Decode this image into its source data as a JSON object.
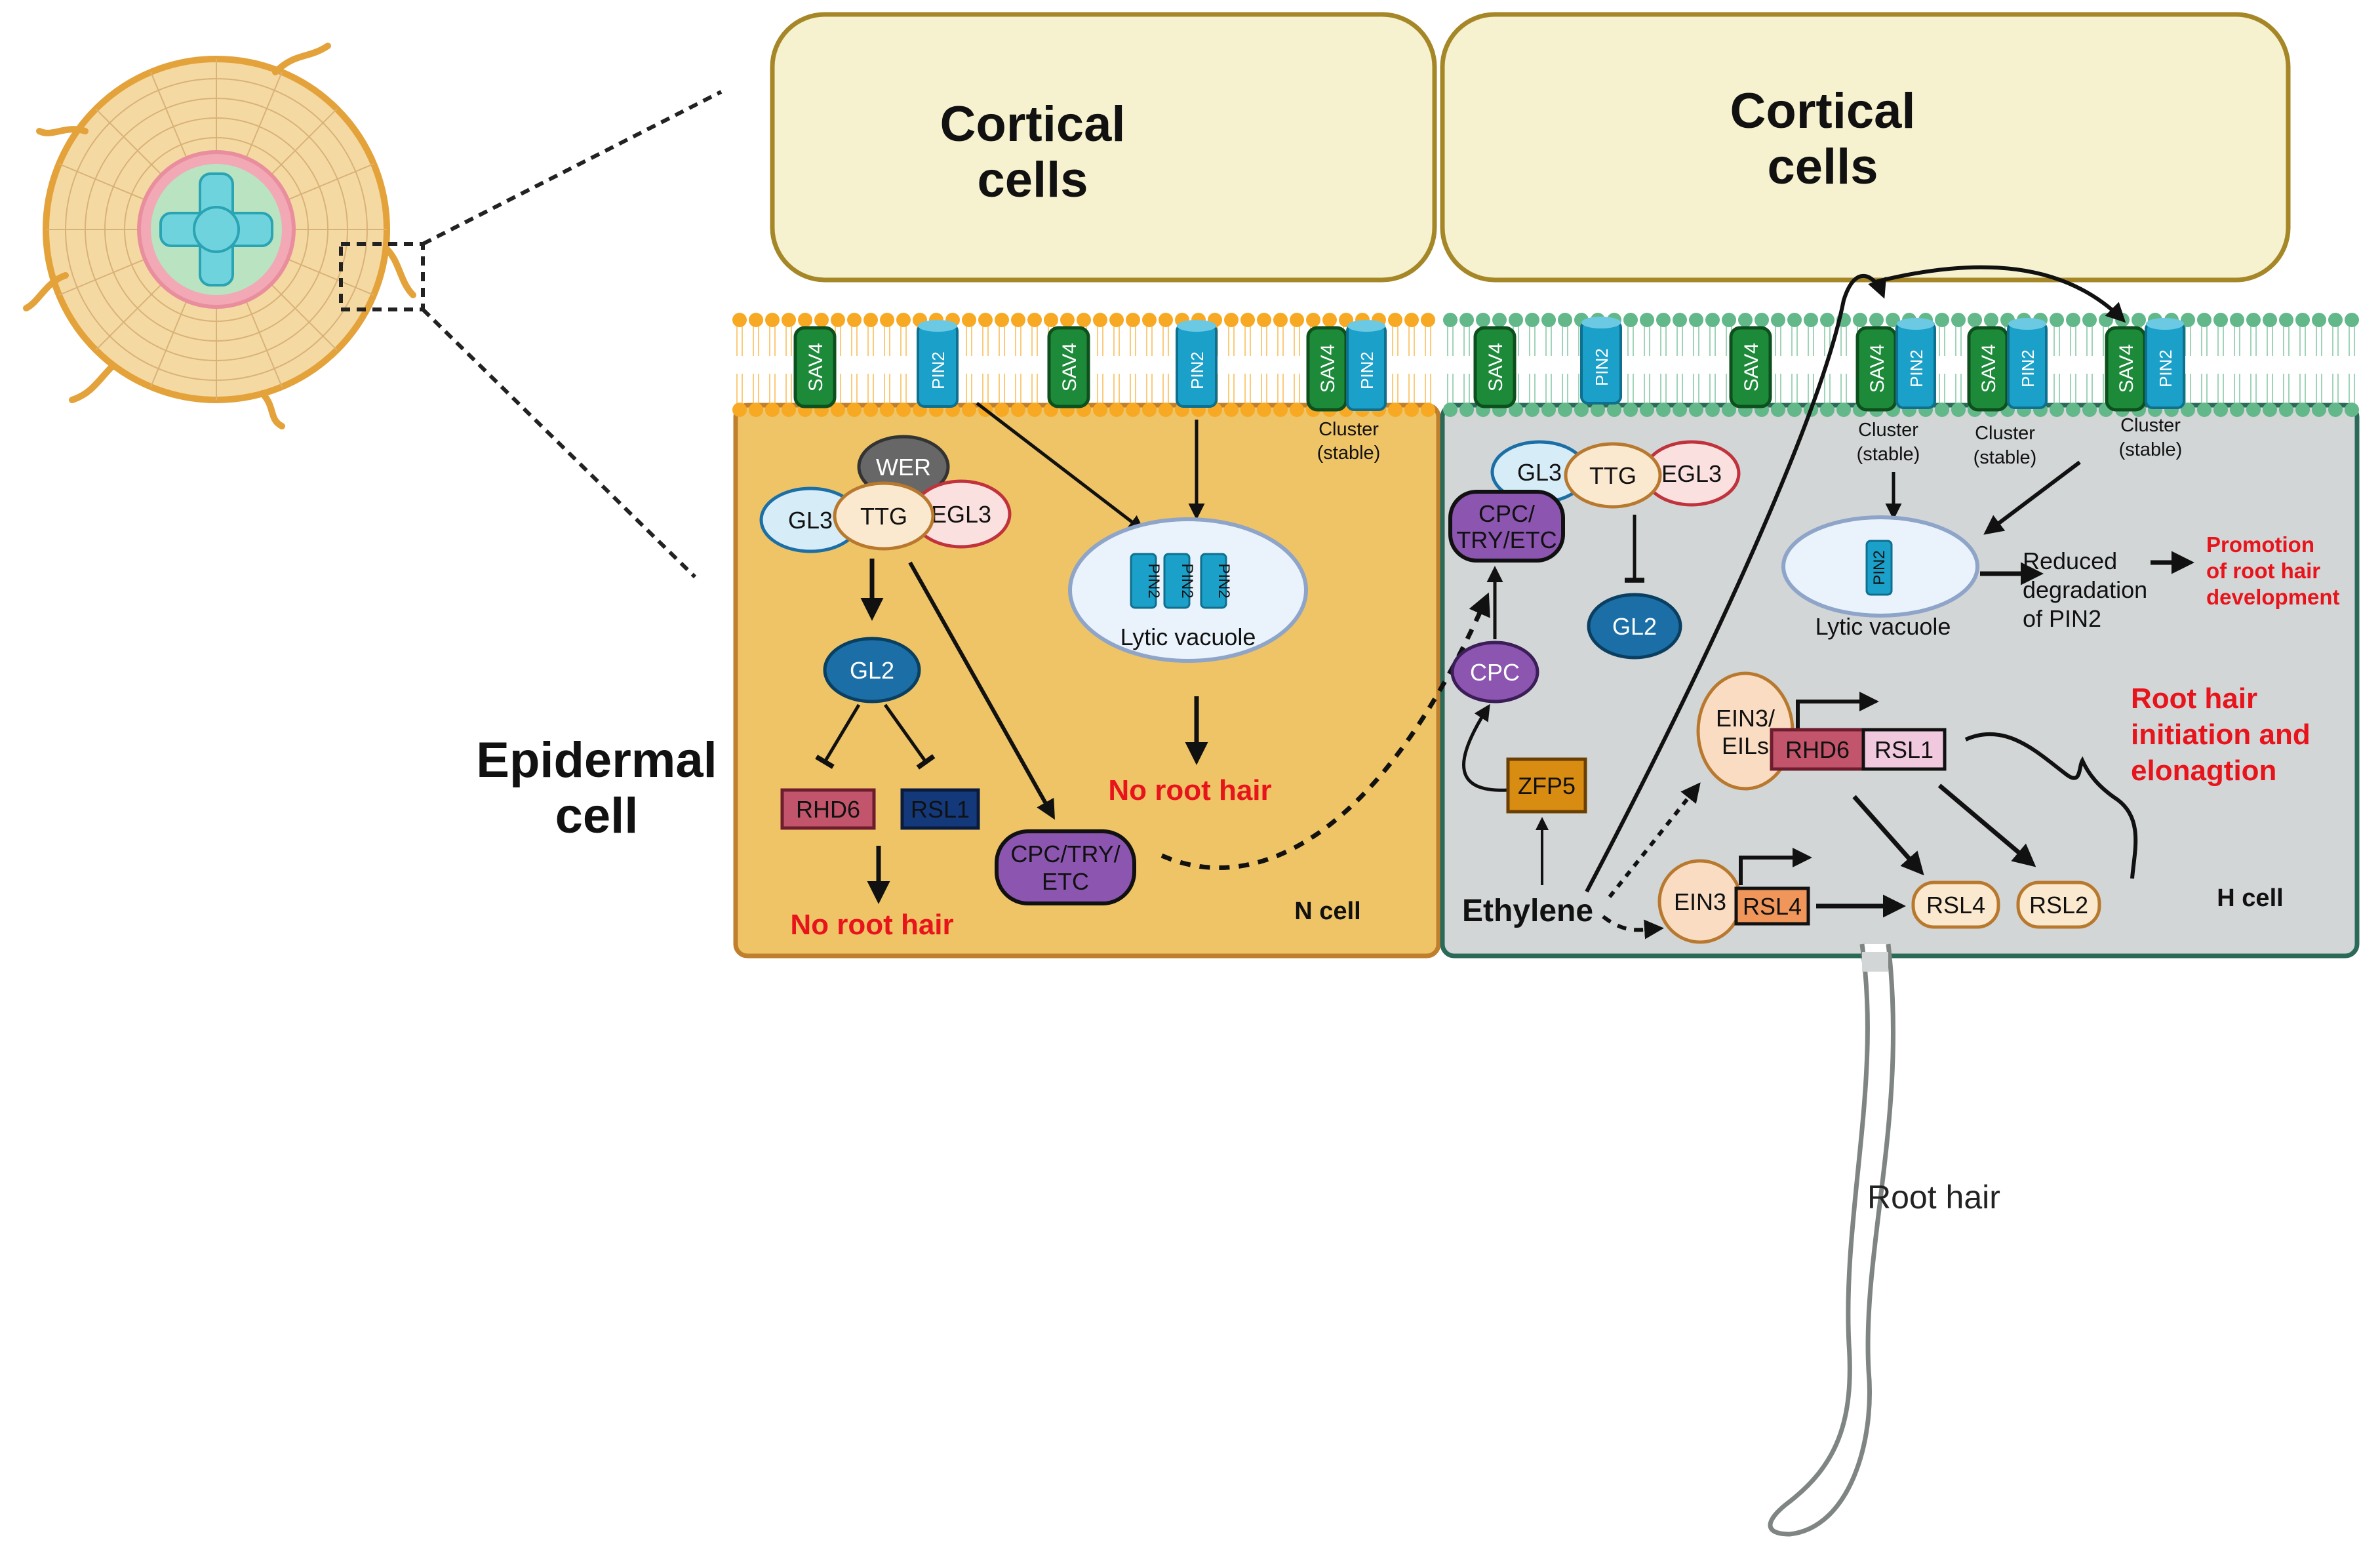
{
  "colors": {
    "cortex_fill": "#f6f2cf",
    "cortex_stroke": "#a58727",
    "n_cell_fill": "#efc466",
    "h_cell_fill": "#d2d6d7",
    "membrane_orange": "#f7a924",
    "membrane_green": "#62b889",
    "sav4": "#1d8a3a",
    "pin2": "#1aa0c9",
    "red_text": "#e8141b",
    "cpc_purple": "#8b55b0",
    "gl2_blue": "#1b6fa6"
  },
  "labels": {
    "cortical_1": [
      "Cortical",
      "cells"
    ],
    "cortical_2": [
      "Cortical",
      "cells"
    ],
    "epidermal": [
      "Epidermal",
      "cell"
    ],
    "n_cell": "N cell",
    "h_cell": "H cell",
    "root_hair": "Root hair",
    "ethylene": "Ethylene",
    "lytic_vacuole": "Lytic vacuole",
    "lytic_vacuole_2": "Lytic vacuole",
    "no_root_hair_1": "No root hair",
    "no_root_hair_2": "No root hair",
    "cluster_stable": [
      "Cluster",
      "(stable)"
    ],
    "reduced_degradation": [
      "Reduced",
      "degradation",
      "of PIN2"
    ],
    "promotion": [
      "Promotion",
      "of root hair",
      "development"
    ],
    "initiation": [
      "Root hair",
      "initiation and",
      "elonagtion"
    ]
  },
  "proteins": {
    "sav4": "SAV4",
    "pin2": "PIN2",
    "wer": "WER",
    "gl3": "GL3",
    "ttg": "TTG",
    "egl3": "EGL3",
    "gl2": "GL2",
    "rhd6": "RHD6",
    "rsl1": "RSL1",
    "rsl2": "RSL2",
    "rsl4": "RSL4",
    "cpc_try_etc": [
      "CPC/TRY/",
      "ETC"
    ],
    "cpc_try_etc_h": [
      "CPC/",
      "TRY/ETC"
    ],
    "cpc": "CPC",
    "zfp5": "ZFP5",
    "ein3": "EIN3",
    "ein3_eils": [
      "EIN3/",
      "EILs"
    ]
  }
}
